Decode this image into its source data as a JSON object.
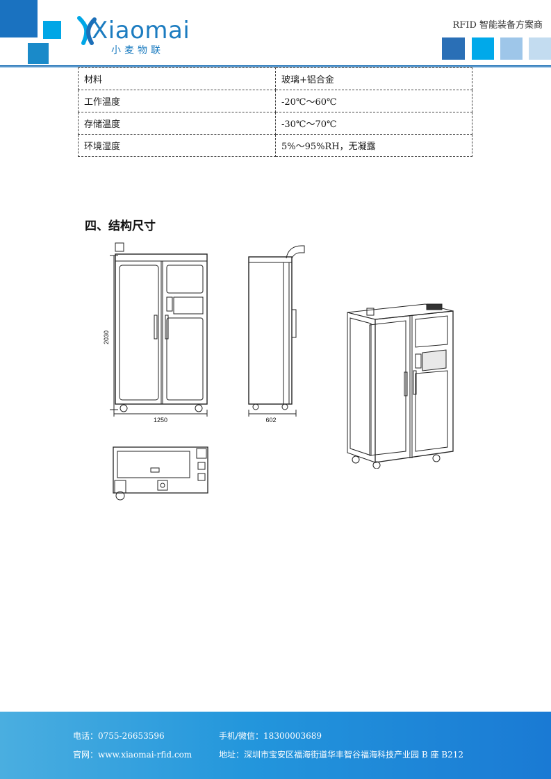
{
  "header": {
    "logo_text": "Xiaomai",
    "logo_subtitle": "小麦物联",
    "tagline": "RFID 智能装备方案商",
    "colors": {
      "brand": "#1c7cc0",
      "accent": "#00a6e6"
    }
  },
  "specs": [
    {
      "label": "材料",
      "value": "玻璃+铝合金"
    },
    {
      "label": "工作温度",
      "value": "-20℃～60℃"
    },
    {
      "label": "存储温度",
      "value": "-30℃～70℃"
    },
    {
      "label": "环境湿度",
      "value": "5%～95%RH，无凝露"
    }
  ],
  "section": {
    "title": "四、结构尺寸"
  },
  "dimensions": {
    "height": "2030",
    "width": "1250",
    "depth": "602"
  },
  "footer": {
    "phone": "电话：0755-26653596",
    "mobile": "手机/微信：18300003689",
    "website": "官网：www.xiaomai-rfid.com",
    "address": "地址：深圳市宝安区福海街道华丰智谷福海科技产业园 B 座 B212"
  }
}
